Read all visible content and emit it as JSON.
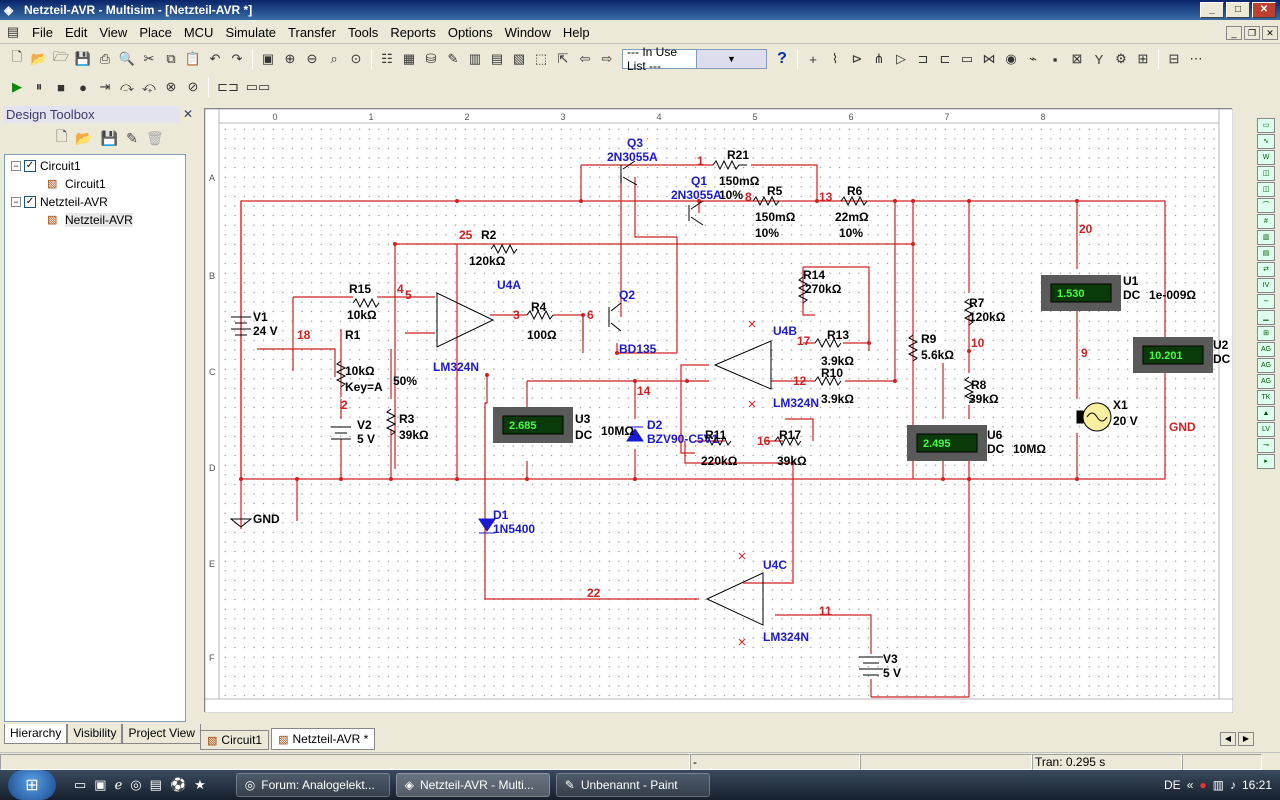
{
  "window": {
    "title": "Netzteil-AVR - Multisim - [Netzteil-AVR *]",
    "btn_minimize": "_",
    "btn_maximize": "□",
    "btn_close": "✕",
    "mdi_min": "_",
    "mdi_restore": "❐",
    "mdi_close": "✕"
  },
  "menu": [
    "File",
    "Edit",
    "View",
    "Place",
    "MCU",
    "Simulate",
    "Transfer",
    "Tools",
    "Reports",
    "Options",
    "Window",
    "Help"
  ],
  "toolbar": {
    "in_use_list": "--- In Use List ---",
    "help": "?"
  },
  "toolbox": {
    "title": "Design Toolbox",
    "close": "✕",
    "tree": [
      {
        "label": "Circuit1",
        "level": 0
      },
      {
        "label": "Circuit1",
        "level": 1
      },
      {
        "label": "Netzteil-AVR",
        "level": 0
      },
      {
        "label": "Netzteil-AVR",
        "level": 1
      }
    ],
    "tabs": [
      "Hierarchy",
      "Visibility",
      "Project View"
    ]
  },
  "sheet_tabs": [
    "Circuit1",
    "Netzteil-AVR *"
  ],
  "status": {
    "cell1": "",
    "cell2": "-",
    "cell3": "",
    "tran": "Tran: 0.295 s"
  },
  "taskbar": {
    "tasks": [
      "Forum: Analogelekt...",
      "Netzteil-AVR - Multi...",
      "Unbenannt - Paint"
    ],
    "lang": "DE",
    "time": "16:21"
  },
  "schematic": {
    "ruler_cols": [
      "0",
      "1",
      "2",
      "3",
      "4",
      "5",
      "6",
      "7",
      "8"
    ],
    "ruler_rows": [
      "A",
      "B",
      "C",
      "D",
      "E",
      "F"
    ],
    "labels": [
      {
        "text": "Q3",
        "c": "blue"
      },
      {
        "text": "2N3055A",
        "c": "blue"
      },
      {
        "text": "1",
        "c": "red"
      },
      {
        "text": "R21",
        "c": "black"
      },
      {
        "text": "150mΩ",
        "c": "black"
      },
      {
        "text": "10%",
        "c": "black"
      },
      {
        "text": "8",
        "c": "red"
      },
      {
        "text": "Q1",
        "c": "blue"
      },
      {
        "text": "2N3055A",
        "c": "blue"
      },
      {
        "text": "R5",
        "c": "black"
      },
      {
        "text": "150mΩ",
        "c": "black"
      },
      {
        "text": "10%",
        "c": "black"
      },
      {
        "text": "13",
        "c": "red"
      },
      {
        "text": "R6",
        "c": "black"
      },
      {
        "text": "22mΩ",
        "c": "black"
      },
      {
        "text": "10%",
        "c": "black"
      },
      {
        "text": "20",
        "c": "red"
      },
      {
        "text": "25",
        "c": "red"
      },
      {
        "text": "R2",
        "c": "black"
      },
      {
        "text": "120kΩ",
        "c": "black"
      },
      {
        "text": "U4A",
        "c": "blue"
      },
      {
        "text": "R15",
        "c": "black"
      },
      {
        "text": "10kΩ",
        "c": "black"
      },
      {
        "text": "4",
        "c": "red"
      },
      {
        "text": "5",
        "c": "red"
      },
      {
        "text": "3",
        "c": "red"
      },
      {
        "text": "R4",
        "c": "black"
      },
      {
        "text": "100Ω",
        "c": "black"
      },
      {
        "text": "6",
        "c": "red"
      },
      {
        "text": "Q2",
        "c": "blue"
      },
      {
        "text": "BD135",
        "c": "blue"
      },
      {
        "text": "R14",
        "c": "black"
      },
      {
        "text": "270kΩ",
        "c": "black"
      },
      {
        "text": "U4B",
        "c": "blue"
      },
      {
        "text": "R13",
        "c": "black"
      },
      {
        "text": "3.9kΩ",
        "c": "black"
      },
      {
        "text": "17",
        "c": "red"
      },
      {
        "text": "R10",
        "c": "black"
      },
      {
        "text": "3.9kΩ",
        "c": "black"
      },
      {
        "text": "12",
        "c": "red"
      },
      {
        "text": "LM324N",
        "c": "blue"
      },
      {
        "text": "R9",
        "c": "black"
      },
      {
        "text": "5.6kΩ",
        "c": "black"
      },
      {
        "text": "R7",
        "c": "black"
      },
      {
        "text": "120kΩ",
        "c": "black"
      },
      {
        "text": "10",
        "c": "red"
      },
      {
        "text": "R8",
        "c": "black"
      },
      {
        "text": "39kΩ",
        "c": "black"
      },
      {
        "text": "U1",
        "c": "black"
      },
      {
        "text": "DC",
        "c": "black"
      },
      {
        "text": "1e-009Ω",
        "c": "black"
      },
      {
        "text": "9",
        "c": "red"
      },
      {
        "text": "U2",
        "c": "black"
      },
      {
        "text": "DC",
        "c": "black"
      },
      {
        "text": "X1",
        "c": "black"
      },
      {
        "text": "20 V",
        "c": "black"
      },
      {
        "text": "GND",
        "c": "red"
      },
      {
        "text": "V1",
        "c": "black"
      },
      {
        "text": "24 V",
        "c": "black"
      },
      {
        "text": "18",
        "c": "red"
      },
      {
        "text": "R1",
        "c": "black"
      },
      {
        "text": "10kΩ",
        "c": "black"
      },
      {
        "text": "Key=A",
        "c": "black"
      },
      {
        "text": "50%",
        "c": "black"
      },
      {
        "text": "LM324N",
        "c": "blue"
      },
      {
        "text": "14",
        "c": "red"
      },
      {
        "text": "2",
        "c": "red"
      },
      {
        "text": "V2",
        "c": "black"
      },
      {
        "text": "5 V",
        "c": "black"
      },
      {
        "text": "R3",
        "c": "black"
      },
      {
        "text": "39kΩ",
        "c": "black"
      },
      {
        "text": "U3",
        "c": "black"
      },
      {
        "text": "DC",
        "c": "black"
      },
      {
        "text": "10MΩ",
        "c": "black"
      },
      {
        "text": "D2",
        "c": "blue"
      },
      {
        "text": "BZV90-C5V1",
        "c": "blue"
      },
      {
        "text": "R11",
        "c": "black"
      },
      {
        "text": "220kΩ",
        "c": "black"
      },
      {
        "text": "16",
        "c": "red"
      },
      {
        "text": "R17",
        "c": "black"
      },
      {
        "text": "39kΩ",
        "c": "black"
      },
      {
        "text": "U6",
        "c": "black"
      },
      {
        "text": "DC",
        "c": "black"
      },
      {
        "text": "10MΩ",
        "c": "black"
      },
      {
        "text": "GND",
        "c": "black"
      },
      {
        "text": "D1",
        "c": "blue"
      },
      {
        "text": "1N5400",
        "c": "blue"
      },
      {
        "text": "U4C",
        "c": "blue"
      },
      {
        "text": "22",
        "c": "red"
      },
      {
        "text": "11",
        "c": "red"
      },
      {
        "text": "LM324N",
        "c": "blue"
      },
      {
        "text": "V3",
        "c": "black"
      },
      {
        "text": "5 V",
        "c": "black"
      }
    ],
    "meters": [
      {
        "name": "U1",
        "value": "1.530"
      },
      {
        "name": "U2",
        "value": "10.201"
      },
      {
        "name": "U3",
        "value": "2.685"
      },
      {
        "name": "U6",
        "value": "2.495"
      }
    ]
  },
  "colors": {
    "wire": "#d02020",
    "component": "#000000",
    "net_label": "#d02020",
    "part_label": "#1a1ad0",
    "meter_bg": "#5a5a5a",
    "meter_display": "#0a3a0a",
    "meter_digits": "#40ff40"
  }
}
